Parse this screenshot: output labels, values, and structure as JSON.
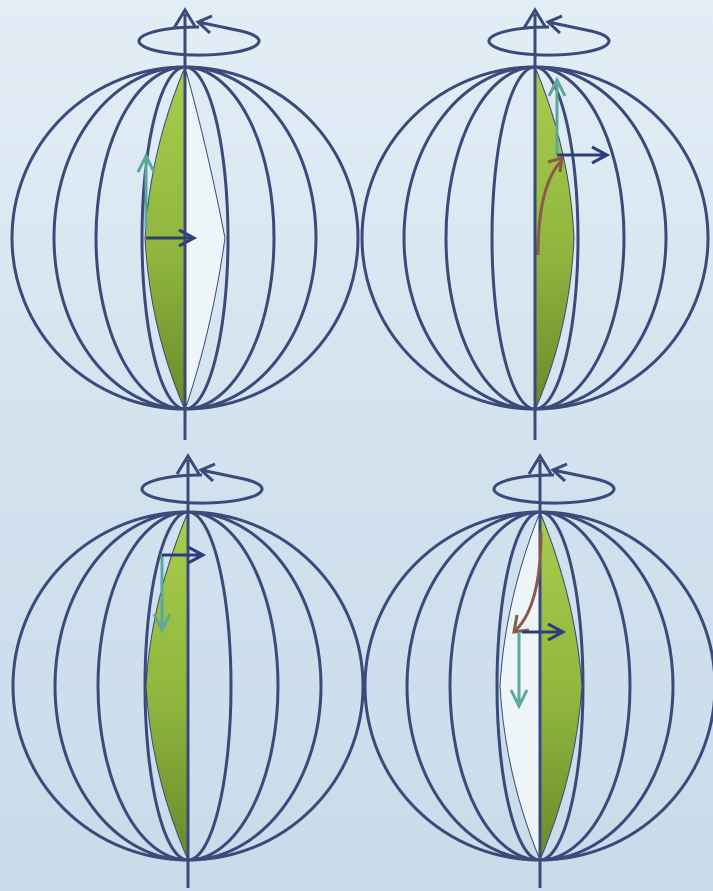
{
  "colors": {
    "background_top": "#e3edf6",
    "background_bottom": "#c9dbea",
    "outline": "#3a4a7a",
    "leaf_light": "#a4c94a",
    "leaf_dark": "#6f8f2c",
    "pale_leaf": "#eef5f8",
    "vector_teal": "#5aa99a",
    "vector_navy": "#2e3e78",
    "vector_brown": "#8a5a48"
  },
  "panels": [
    {
      "id": "top-left",
      "pale_side": "right",
      "vectors": [
        "teal-up",
        "navy-right"
      ]
    },
    {
      "id": "top-right",
      "pale_side": "none",
      "vectors": [
        "teal-up",
        "navy-right",
        "brown-curve-up"
      ]
    },
    {
      "id": "bottom-left",
      "pale_side": "none",
      "vectors": [
        "teal-down",
        "navy-right"
      ]
    },
    {
      "id": "bottom-right",
      "pale_side": "left",
      "vectors": [
        "teal-down",
        "navy-right",
        "brown-curve-down"
      ]
    }
  ]
}
